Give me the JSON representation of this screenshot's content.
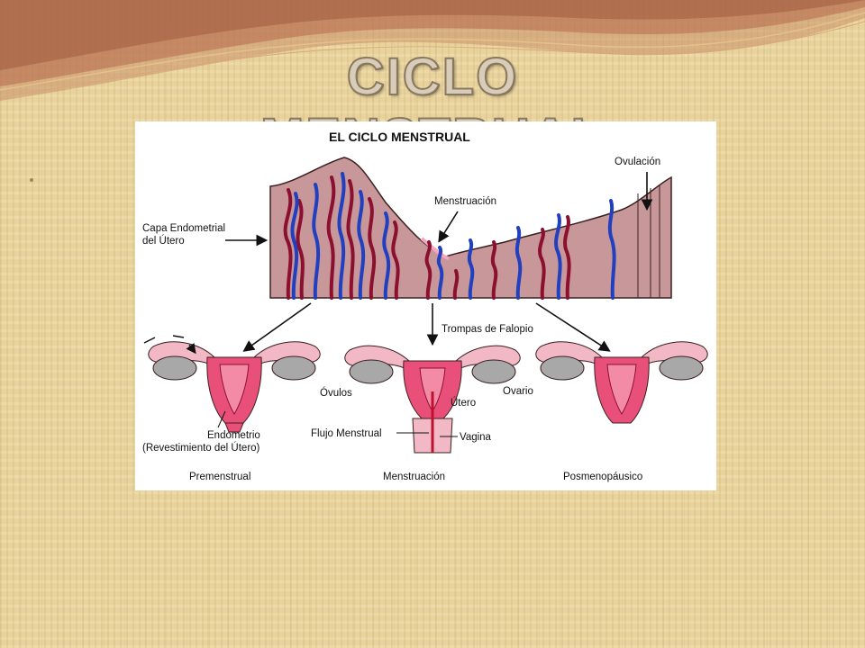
{
  "slide": {
    "title": "CICLO MENSTRUAL",
    "bullet": "·"
  },
  "figure": {
    "title": "EL CICLO MENSTRUAL",
    "labels": {
      "endometrial_layer": [
        "Capa Endometrial",
        "del Útero"
      ],
      "menstruation_top": "Menstruación",
      "ovulation": "Ovulación",
      "fallopian_tubes": "Trompas de Falopio",
      "ova": "Óvulos",
      "ovary": "Ovario",
      "uterus": "Útero",
      "menstrual_flow": "Flujo Menstrual",
      "vagina": "Vagina",
      "endometrium": [
        "Endometrio",
        "(Revestimiento del Útero)"
      ]
    },
    "stages": [
      "Premenstrual",
      "Menstruación",
      "Posmenopáusico"
    ]
  },
  "colors": {
    "tissue": "#c8979a",
    "tissue_outline": "#3a2020",
    "artery": "#8b1030",
    "vein": "#2040c0",
    "uterus_pink": "#e8507a",
    "ovary_gray": "#a8a8a8",
    "tube_pink": "#f2b8c6"
  }
}
